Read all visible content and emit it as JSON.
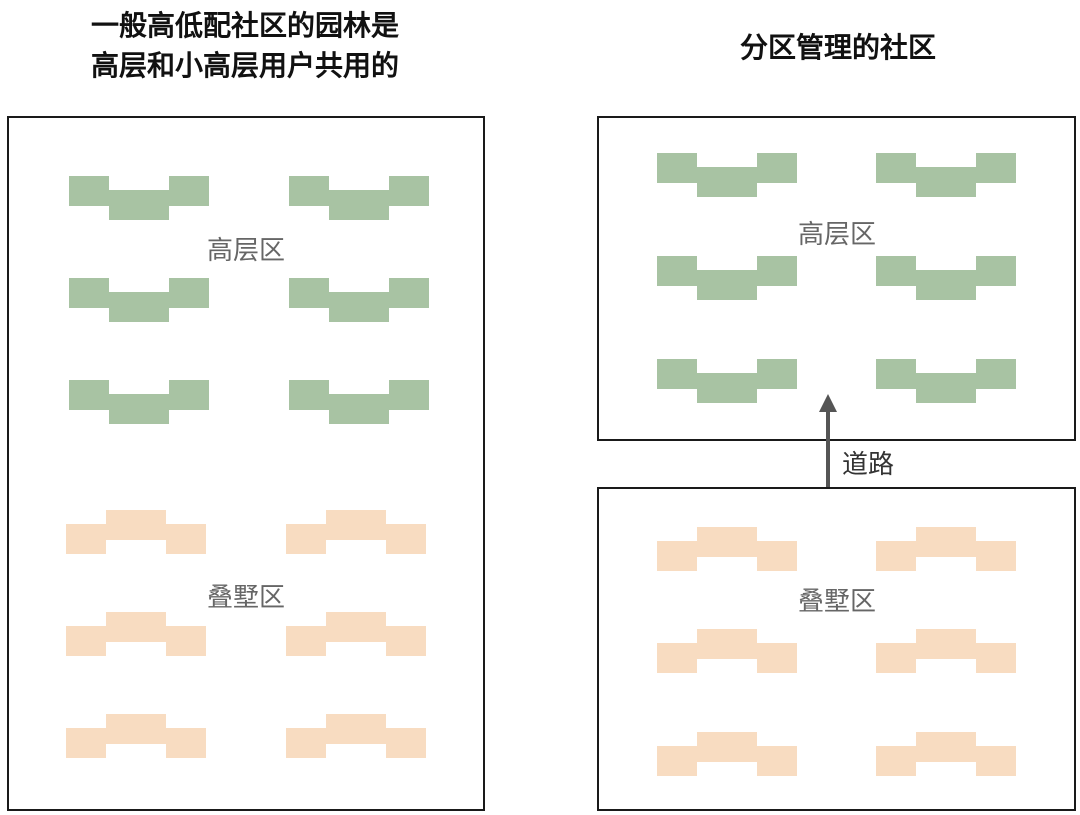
{
  "left": {
    "title_line1": "一般高低配社区的园林是",
    "title_line2": "高层和小高层用户共用的",
    "label_highrise": "高层区",
    "label_villa": "叠墅区"
  },
  "right": {
    "title": "分区管理的社区",
    "label_highrise": "高层区",
    "label_villa": "叠墅区",
    "road_label": "道路"
  },
  "colors": {
    "highrise": "#a8c3a3",
    "villa": "#f8dcc1",
    "border": "#1a1a1a",
    "label": "#666666",
    "arrow": "#555555"
  }
}
